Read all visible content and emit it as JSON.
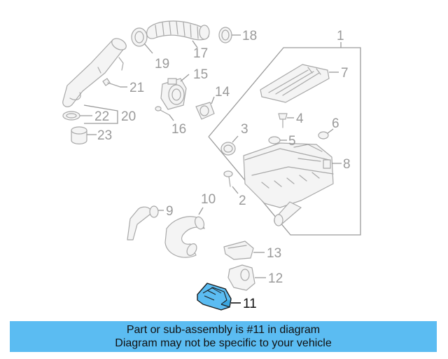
{
  "callouts": {
    "c1": "1",
    "c2": "2",
    "c3": "3",
    "c4": "4",
    "c5": "5",
    "c6": "6",
    "c7": "7",
    "c8": "8",
    "c9": "9",
    "c10": "10",
    "c11": "11",
    "c12": "12",
    "c13": "13",
    "c14": "14",
    "c15": "15",
    "c16": "16",
    "c17": "17",
    "c18": "18",
    "c19": "19",
    "c20": "20",
    "c21": "21",
    "c22": "22",
    "c23": "23"
  },
  "highlight": {
    "part_number": "11",
    "color": "#5bbcf2",
    "outline": "#1a1a1a"
  },
  "banner": {
    "line1": "Part or sub-assembly is #11 in diagram",
    "line2": "Diagram may not be specific to your vehicle",
    "color": "#5bbcf2"
  }
}
